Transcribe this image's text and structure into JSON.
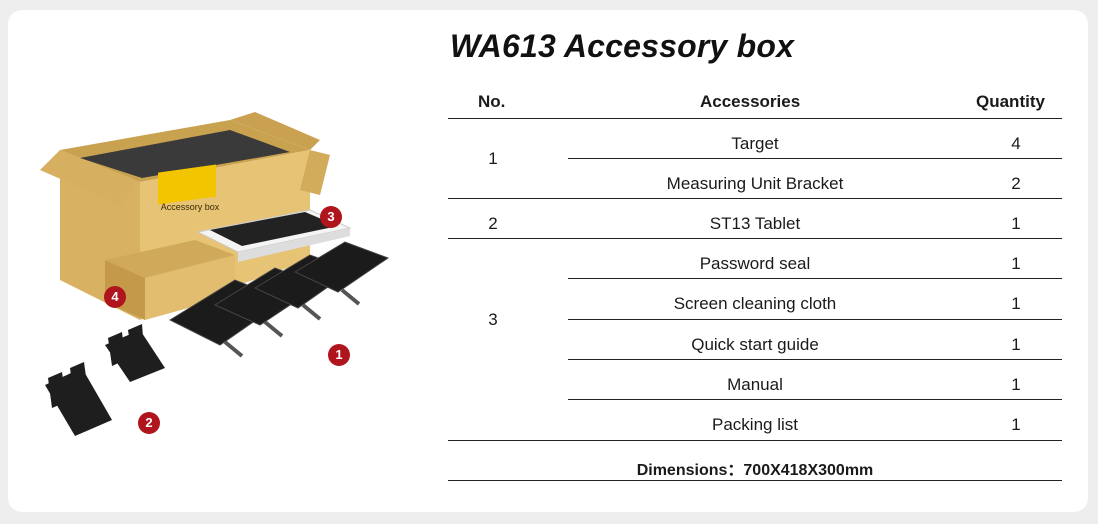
{
  "title": "WA613 Accessory box",
  "table": {
    "headers": {
      "no": "No.",
      "accessories": "Accessories",
      "quantity": "Quantity"
    },
    "groups": [
      {
        "no": "1",
        "items": [
          {
            "name": "Target",
            "qty": "4"
          },
          {
            "name": "Measuring Unit  Bracket",
            "qty": "2"
          }
        ]
      },
      {
        "no": "2",
        "items": [
          {
            "name": "ST13 Tablet",
            "qty": "1"
          }
        ]
      },
      {
        "no": "3",
        "items": [
          {
            "name": "Password seal",
            "qty": "1"
          },
          {
            "name": "Screen cleaning cloth",
            "qty": "1"
          },
          {
            "name": "Quick start guide",
            "qty": "1"
          },
          {
            "name": "Manual",
            "qty": "1"
          },
          {
            "name": "Packing list",
            "qty": "1"
          }
        ]
      }
    ],
    "dimensions": "Dimensions：700X418X300mm"
  },
  "illustration": {
    "box_label": "Accessory box",
    "badges": [
      "1",
      "2",
      "3",
      "4"
    ]
  }
}
